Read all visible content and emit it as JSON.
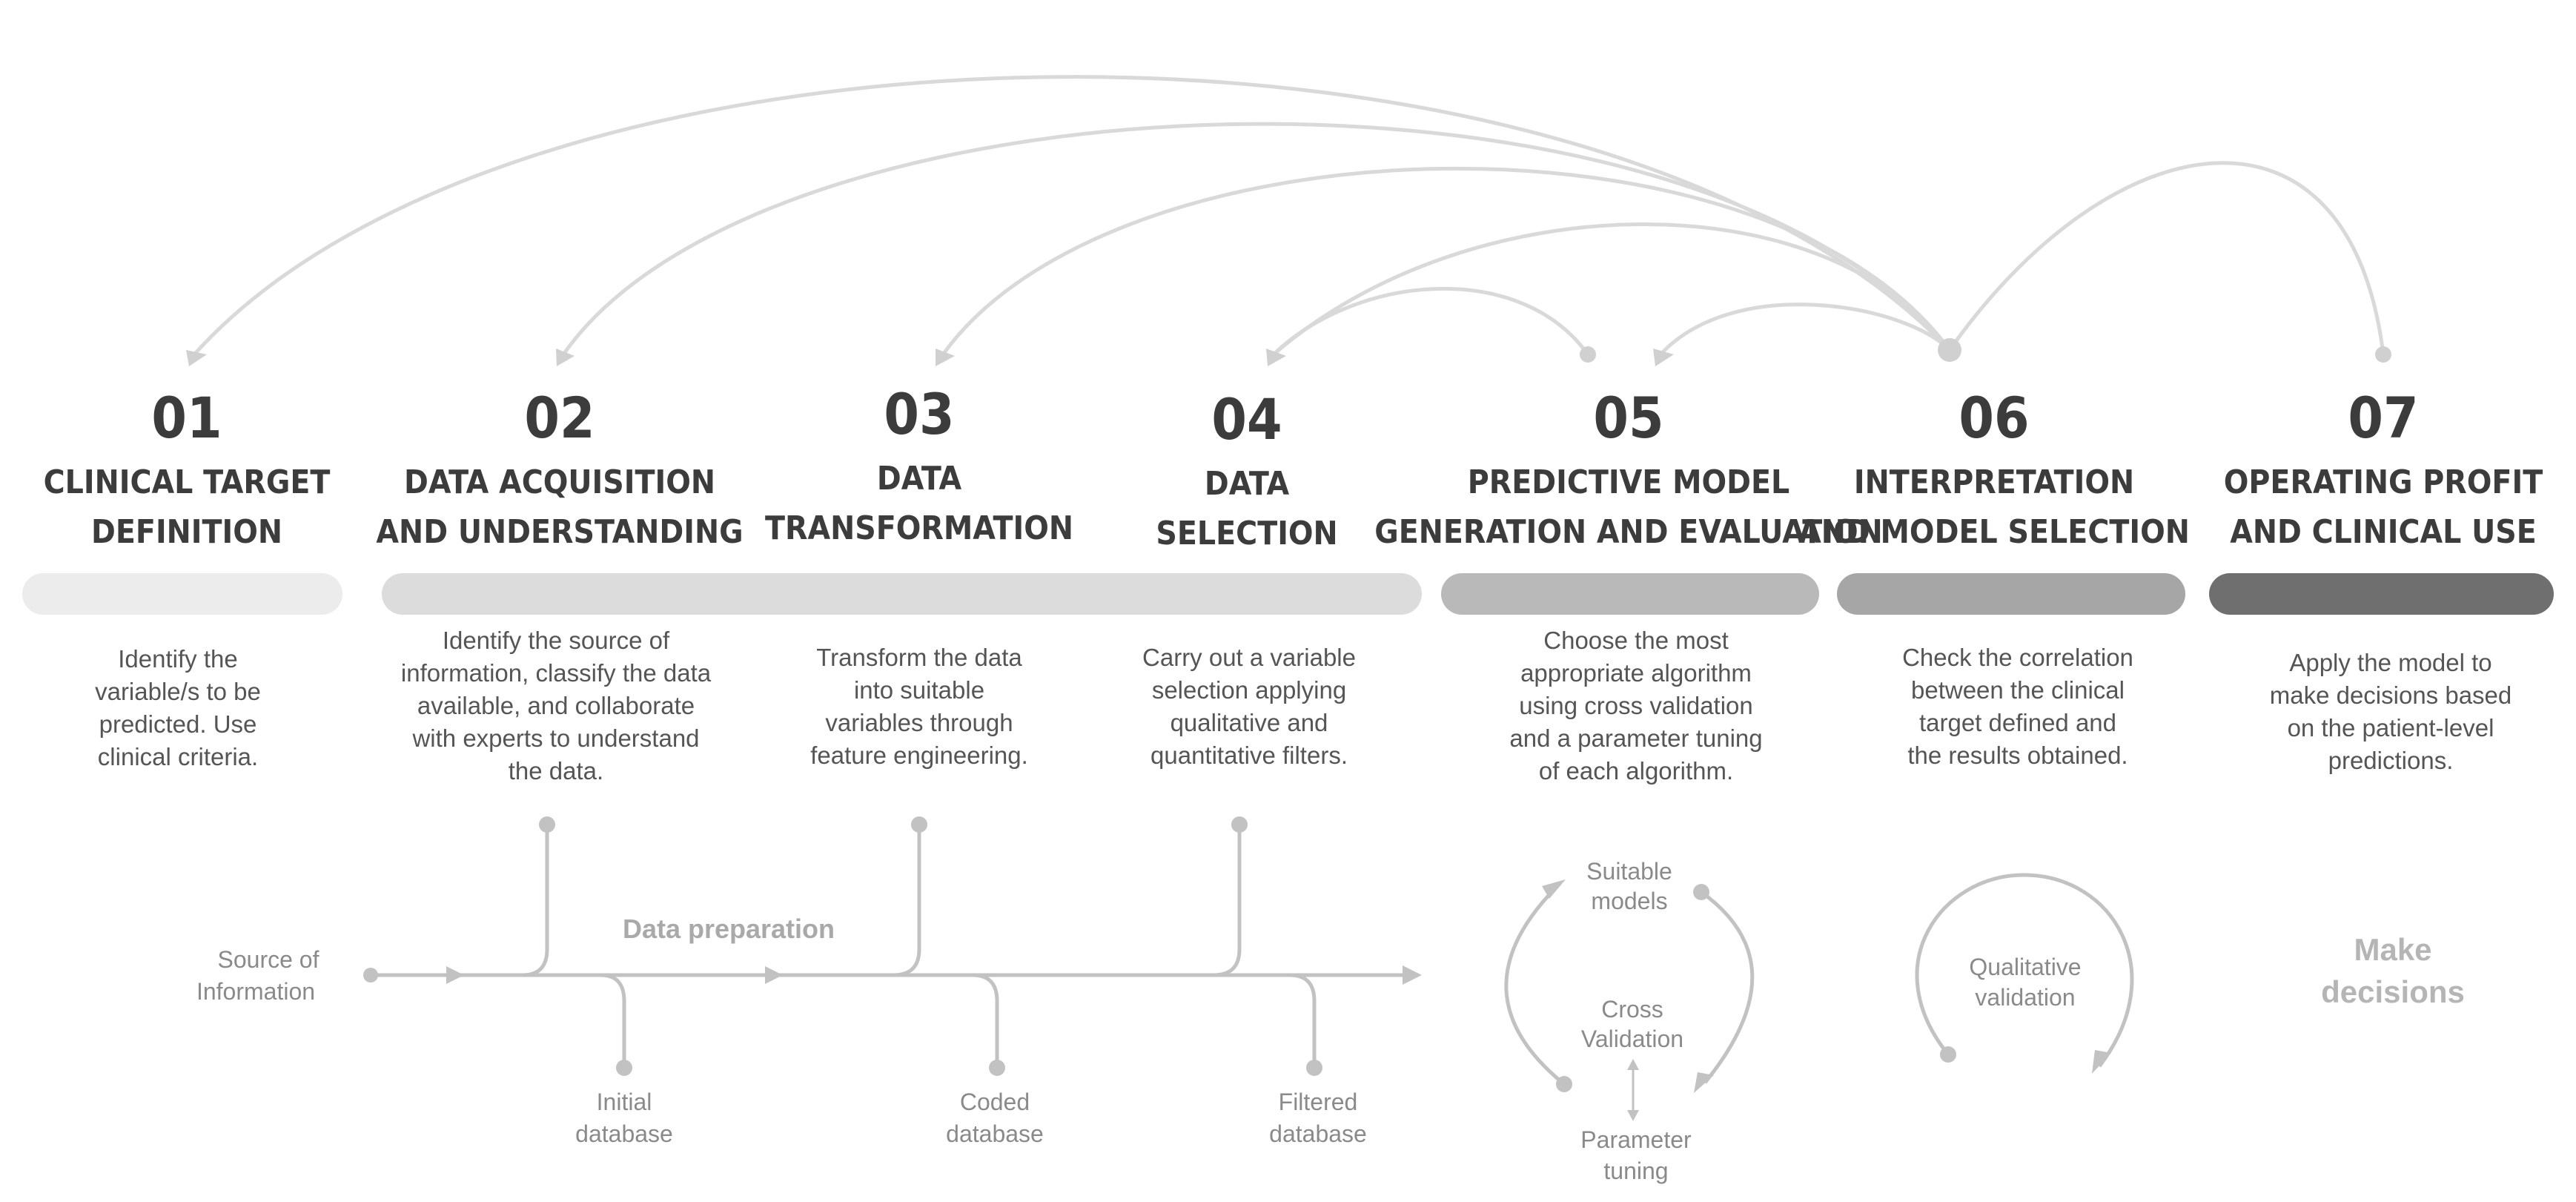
{
  "steps": [
    {
      "number": "01",
      "title_lines": [
        "CLINICAL TARGET",
        "DEFINITION"
      ],
      "desc_lines": [
        "Identify the",
        "variable/s to be",
        "predicted. Use",
        "clinical criteria."
      ]
    },
    {
      "number": "02",
      "title_lines": [
        "DATA ACQUISITION",
        "AND UNDERSTANDING"
      ],
      "desc_lines": [
        "Identify the source of",
        "information, classify the data",
        "available, and collaborate",
        "with experts to understand",
        "the data."
      ]
    },
    {
      "number": "03",
      "title_lines": [
        "DATA",
        "TRANSFORMATION"
      ],
      "desc_lines": [
        "Transform the data",
        "into suitable",
        "variables through",
        "feature engineering."
      ]
    },
    {
      "number": "04",
      "title_lines": [
        "DATA",
        "SELECTION"
      ],
      "desc_lines": [
        "Carry out a variable",
        "selection applying",
        "qualitative and",
        "quantitative filters."
      ]
    },
    {
      "number": "05",
      "title_lines": [
        "PREDICTIVE MODEL",
        "GENERATION AND EVALUATION"
      ],
      "desc_lines": [
        "Choose the most",
        "appropriate algorithm",
        "using cross validation",
        "and a parameter tuning",
        "of each algorithm."
      ]
    },
    {
      "number": "06",
      "title_lines": [
        "INTERPRETATION",
        "AND MODEL SELECTION"
      ],
      "desc_lines": [
        "Check the correlation",
        "between the clinical",
        "target defined and",
        "the results obtained."
      ]
    },
    {
      "number": "07",
      "title_lines": [
        "OPERATING PROFIT",
        "AND CLINICAL USE"
      ],
      "desc_lines": [
        "Apply the model to",
        "make decisions based",
        "on the patient-level",
        "predictions."
      ]
    }
  ],
  "flow": {
    "source_lines": [
      "Source of",
      "Information"
    ],
    "preparation": "Data preparation",
    "initial_lines": [
      "Initial",
      "database"
    ],
    "coded_lines": [
      "Coded",
      "database"
    ],
    "filtered_lines": [
      "Filtered",
      "database"
    ]
  },
  "cycle": {
    "suitable_lines": [
      "Suitable",
      "models"
    ],
    "cross_lines": [
      "Cross",
      "Validation"
    ],
    "param_lines": [
      "Parameter",
      "tuning"
    ]
  },
  "qualitative_lines": [
    "Qualitative",
    "validation"
  ],
  "decision_lines": [
    "Make",
    "decisions"
  ],
  "colors": {
    "bar_1": "#ececec",
    "bar_2_4": "#dcdcdc",
    "bar_5": "#b9b9b9",
    "bar_6": "#a6a6a6",
    "bar_7": "#6f6f6f",
    "arc": "#d9d9d9",
    "flow_line": "#c2c2c2"
  }
}
